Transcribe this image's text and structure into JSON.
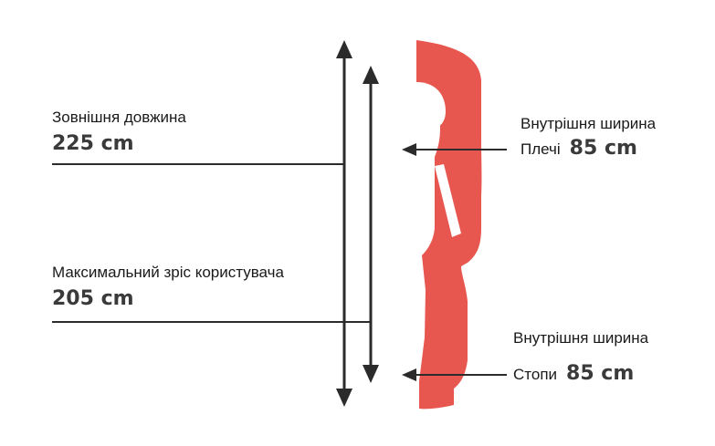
{
  "outer_length": {
    "label": "Зовнішня довжина",
    "value": "225 cm"
  },
  "max_height": {
    "label": "Максимальний зріс користувача",
    "value": "205 cm"
  },
  "shoulders": {
    "title": "Внутрішня ширина",
    "label": "Плечі",
    "value": "85 cm"
  },
  "feet": {
    "title": "Внутрішня ширина",
    "label": "Стопи",
    "value": "85 cm"
  },
  "colors": {
    "silhouette": "#e8574f",
    "lines": "#2b2b2b"
  }
}
